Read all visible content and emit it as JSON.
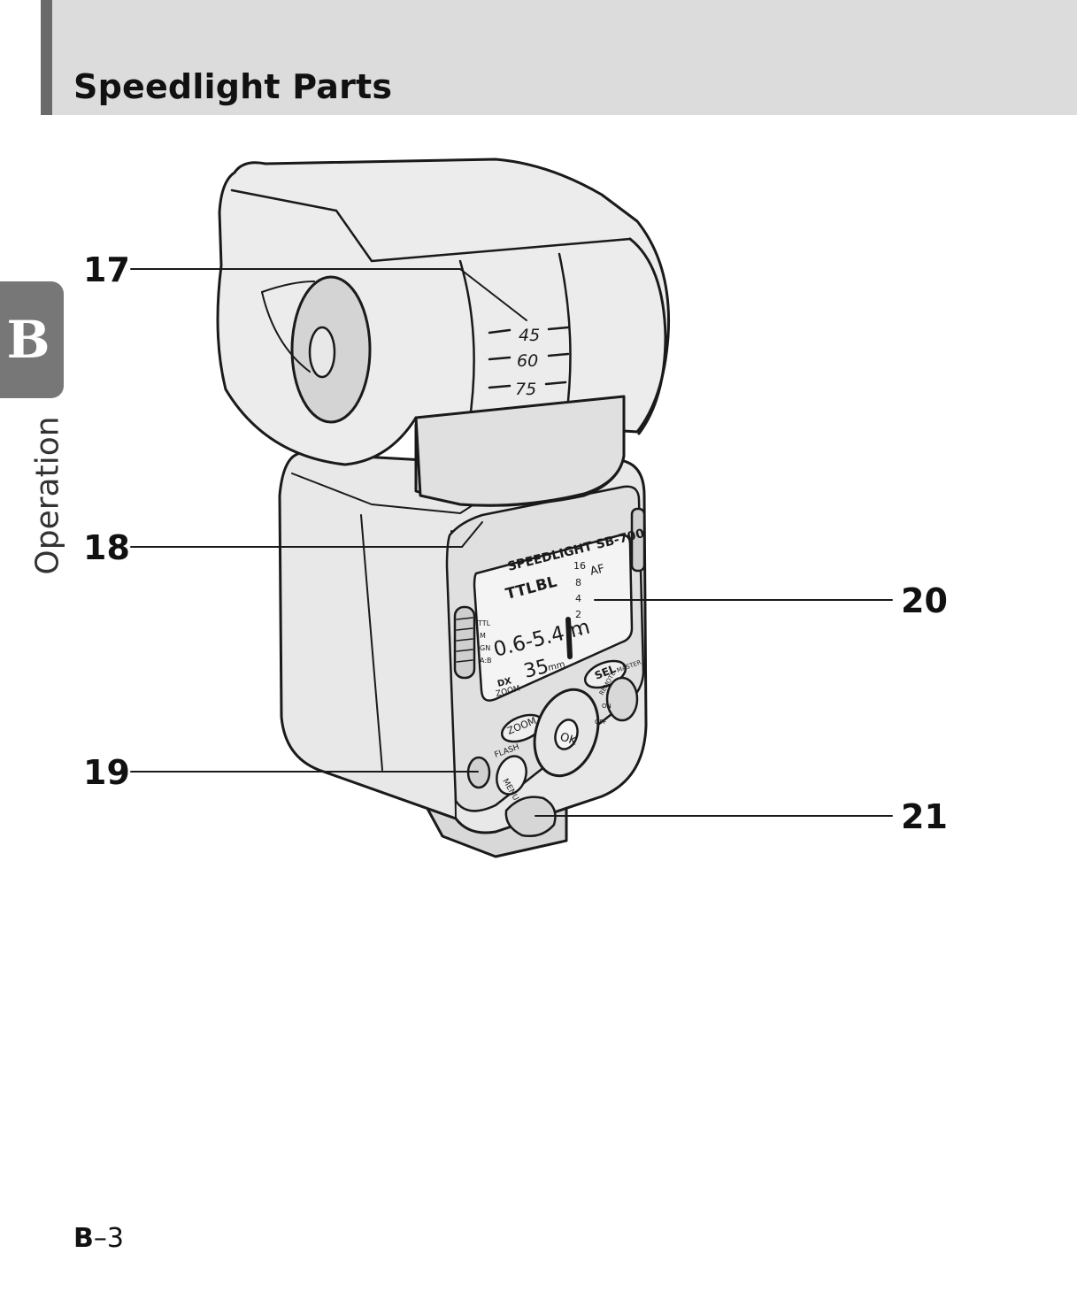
{
  "header": {
    "title": "Speedlight Parts"
  },
  "section_tab": {
    "letter": "B",
    "label": "Operation"
  },
  "flash_head": {
    "angles": [
      "45",
      "60",
      "75"
    ]
  },
  "rear_panel": {
    "model": "SPEEDLIGHT SB-700",
    "lcd": {
      "mode_boxes": [
        "TTL",
        "BL"
      ],
      "range": "0.6-5.4 m",
      "zoom_value": "35",
      "zoom_unit": "mm",
      "dx": "DX",
      "zoom_label": "ZOOM",
      "scale": [
        "16",
        "8",
        "4",
        "2",
        "1"
      ],
      "af": "AF"
    },
    "mode_switch": [
      "TTL",
      "M",
      "GN",
      "A:B"
    ],
    "buttons": {
      "zoom": "ZOOM",
      "sel": "SEL",
      "ok": "OK",
      "menu": "MENU",
      "flash": "FLASH"
    },
    "power_switch": [
      "REMOTE",
      "ON",
      "OFF"
    ],
    "master": "MASTER"
  },
  "callouts": [
    "17",
    "18",
    "19",
    "20",
    "21"
  ],
  "footer": {
    "section": "B",
    "separator": "–",
    "page": "3"
  },
  "colors": {
    "header_band": "#dcdcdc",
    "header_accent": "#6a6a6a",
    "tab": "#777777",
    "body": "#e8e8e8"
  }
}
